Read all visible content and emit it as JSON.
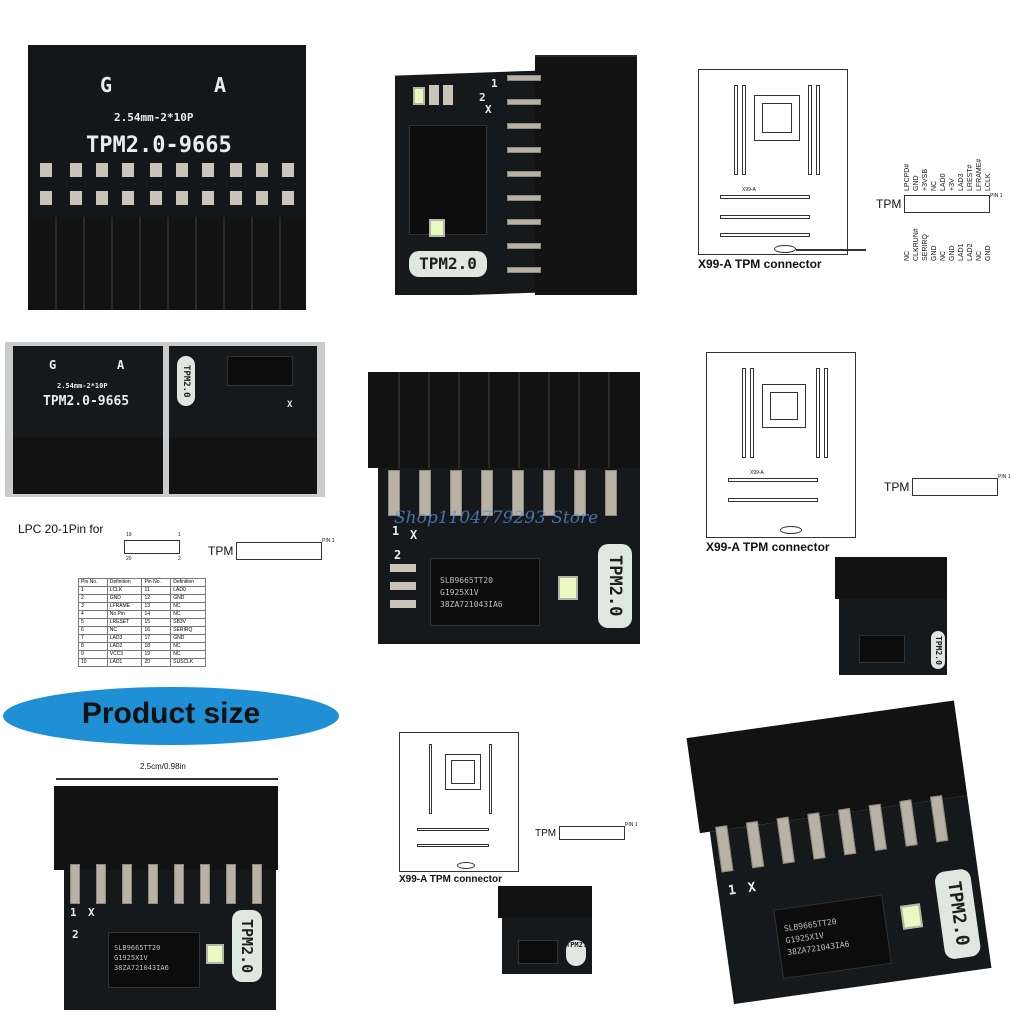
{
  "tile1": {
    "pin_letters": [
      "G",
      "A"
    ],
    "spec": "2.54mm-2*10P",
    "model": "TPM2.0-9665"
  },
  "tile2": {
    "label": "TPM2.0",
    "pin_marks": [
      "1",
      "2"
    ],
    "x_mark": "X"
  },
  "diagram": {
    "board_label": "X99-A",
    "caption": "X99-A TPM connector",
    "tpm_label": "TPM",
    "pin1_label": "PIN 1",
    "top_row_labels": [
      "LPCPD#",
      "GND",
      "+3VSB",
      "NC",
      "LAD0",
      "+3V",
      "LAD3",
      "LREST#",
      "LFRAME#",
      "LCLK"
    ],
    "bottom_row_labels": [
      "NC",
      "CLKRUN#",
      "SERIRQ",
      "GND",
      "NC",
      "GND",
      "LAD1",
      "LAD2",
      "NC",
      "GND"
    ]
  },
  "tile4": {
    "pin_letters": [
      "G",
      "A"
    ],
    "spec": "2.54mm-2*10P",
    "model": "TPM2.0-9665",
    "label": "TPM2.0",
    "x_mark": "X"
  },
  "tile5": {
    "watermark": "Shop1104779293 Store",
    "label": "TPM2.0",
    "chip_lines": [
      "SLB9665TT20",
      "G1925X1V",
      "38ZA721043IA6"
    ],
    "marks": [
      "1",
      "X",
      "2"
    ]
  },
  "pinout": {
    "title": "LPC 20-1Pin for",
    "header_pin_marks": [
      "19",
      "1",
      "20",
      "2"
    ],
    "columns": [
      "Pin No.",
      "Definition",
      "Pin No.",
      "Definition"
    ],
    "rows": [
      [
        "1",
        "LCLK",
        "11",
        "LAD0"
      ],
      [
        "2",
        "GND",
        "12",
        "GND"
      ],
      [
        "3",
        "LFRAME",
        "13",
        "NC"
      ],
      [
        "4",
        "No Pin",
        "14",
        "NC"
      ],
      [
        "5",
        "LRESET",
        "15",
        "SB3V"
      ],
      [
        "6",
        "NC",
        "16",
        "SERIRQ"
      ],
      [
        "7",
        "LAD3",
        "17",
        "GND"
      ],
      [
        "8",
        "LAD2",
        "18",
        "NC"
      ],
      [
        "9",
        "VCC3",
        "19",
        "NC"
      ],
      [
        "10",
        "LAD1",
        "20",
        "SUSCLK"
      ]
    ]
  },
  "product_size": {
    "banner": "Product size",
    "dimension": "2.5cm/0.98in"
  },
  "tile_bottom_left": {
    "label": "TPM2.0",
    "chip_lines": [
      "SLB9665TT20",
      "G1925X1V",
      "38ZA721043IA6"
    ],
    "marks": [
      "1",
      "X",
      "2"
    ]
  },
  "tile_bottom_right": {
    "label": "TPM2.0",
    "chip_lines": [
      "SLB9665TT20",
      "G1925X1V",
      "38ZA721043IA6"
    ],
    "marks": [
      "1",
      "X"
    ]
  },
  "colors": {
    "pcb": "#15191c",
    "header": "#121212",
    "pin_metal": "#b8b2a5",
    "label_bg": "#dfe7e1",
    "banner_blue": "#1f8fd6"
  }
}
